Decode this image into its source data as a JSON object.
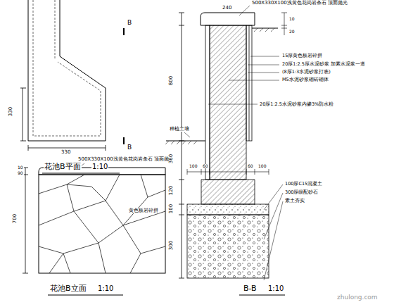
{
  "diagram": {
    "labels": [
      "B",
      "B",
      "330",
      "330",
      "花池B平面",
      "1:10",
      "500X330X100浅黄色花岗岩条石 顶面抛光",
      "10",
      "90",
      "700",
      "黄色板岩碎拼",
      "花池B立面",
      "1:10",
      "240",
      "500X330X100浅黄色花岗岩条石 顶面抛光",
      "10",
      "20",
      "15厚黄色板岩碎拼",
      "20厚1:2.5厚水泥砂浆 加素水泥浆一道",
      "(8厚1:3水泥砂浆打底)",
      "M5水泥砂浆砌砖砌体",
      "20厚1:2.5水泥砂浆内掺3%防水粉",
      "种植土壤",
      "800",
      "360",
      "120",
      "100",
      "300",
      "100",
      "60",
      "60",
      "100",
      "100厚C15混凝土",
      "300厚级配砂石",
      "素土夯实",
      "B-B",
      "1:10",
      "zhulong.com"
    ]
  }
}
